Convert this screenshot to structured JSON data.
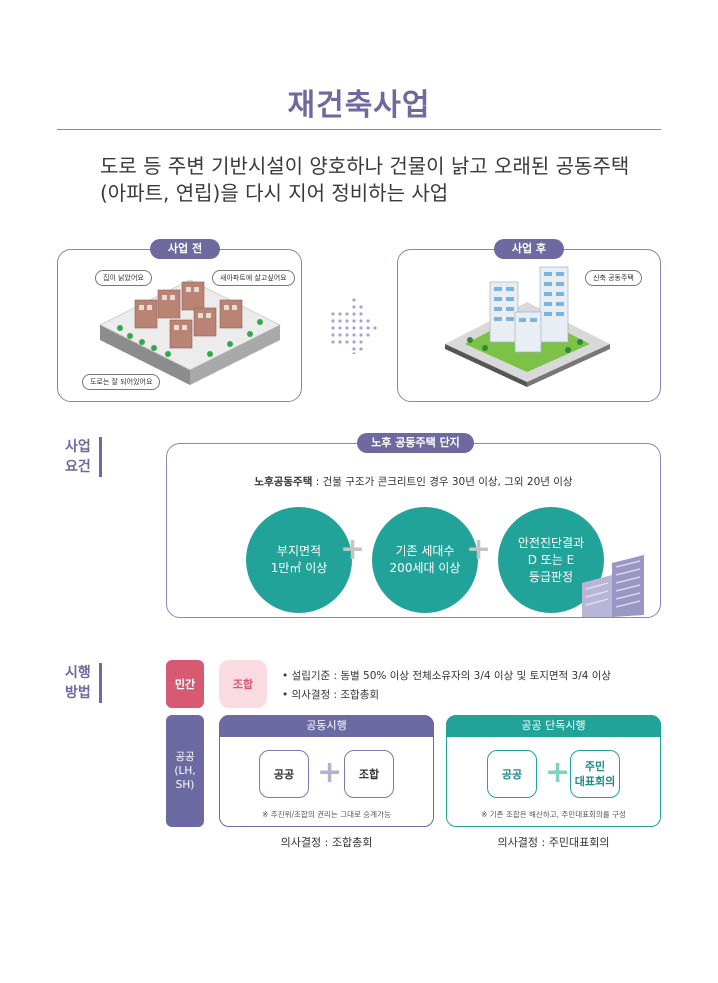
{
  "title": "재건축사업",
  "intro": "도로 등 주변 기반시설이 양호하나 건물이 낡고 오래된 공동주택 (아파트, 연립)을 다시 지어 정비하는 사업",
  "before": {
    "label": "사업 전",
    "bubbles": [
      "집이 낡았어요",
      "새아파트에 살고싶어요",
      "도로는 잘 되어있어요"
    ]
  },
  "after": {
    "label": "사업 후",
    "bubbles": [
      "신축 공동주택"
    ]
  },
  "requirements": {
    "side_label_1": "사업",
    "side_label_2": "요건",
    "header": "노후 공동주택 단지",
    "definition_bold": "노후공동주택",
    "definition_rest": " : 건물 구조가 콘크리트인 경우 30년 이상, 그외  20년 이상",
    "circles": [
      {
        "line1": "부지면적",
        "line2": "1만㎡ 이상",
        "line3": ""
      },
      {
        "line1": "기존 세대수",
        "line2": "200세대 이상",
        "line3": ""
      },
      {
        "line1": "안전진단결과",
        "line2": "D 또는 E",
        "line3": "등급판정"
      }
    ],
    "plus": "+"
  },
  "methods": {
    "side_label_1": "시행",
    "side_label_2": "방법",
    "private": {
      "tag": "민간",
      "entity": "조합",
      "bullets": [
        "• 설립기준 : 동별 50% 이상 전체소유자의 3/4 이상 및 토지면적 3/4 이상",
        "• 의사결정 : 조합총회"
      ]
    },
    "public": {
      "tag_line1": "공공",
      "tag_line2": "(LH,",
      "tag_line3": "SH)",
      "joint": {
        "header": "공동시행",
        "left": "공공",
        "right": "조합",
        "note": "※ 추진위/조합의 권리는 그대로 승계가능",
        "decision": "의사결정 : 조합총회"
      },
      "sole": {
        "header": "공공 단독시행",
        "left": "공공",
        "right_line1": "주민",
        "right_line2": "대표회의",
        "note": "※ 기존 조합은 해산하고, 주민대표회의를 구성",
        "decision": "의사결정 : 주민대표회의"
      }
    }
  },
  "colors": {
    "purple": "#6e6aa0",
    "teal": "#22a39a",
    "pink": "#f4c6d0",
    "rose": "#d85a72",
    "navy": "#6c6aa3"
  }
}
